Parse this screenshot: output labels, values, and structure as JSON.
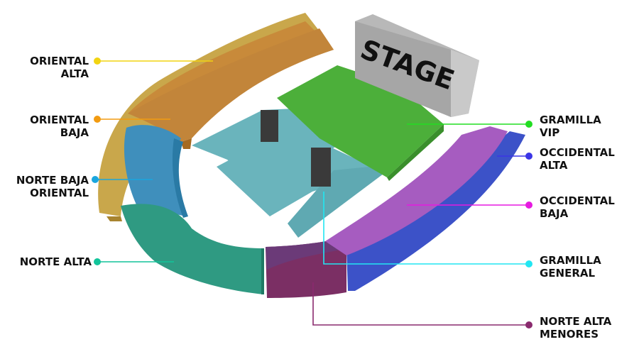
{
  "stage": {
    "label": "STAGE"
  },
  "sections": [
    {
      "id": "oriental-alta",
      "lines": [
        "ORIENTAL",
        "ALTA"
      ],
      "color": "#f2d411"
    },
    {
      "id": "oriental-baja",
      "lines": [
        "ORIENTAL",
        "BAJA"
      ],
      "color": "#f29b11"
    },
    {
      "id": "norte-baja-oriental",
      "lines": [
        "NORTE BAJA",
        "ORIENTAL"
      ],
      "color": "#1aa6de"
    },
    {
      "id": "norte-alta",
      "lines": [
        "NORTE ALTA"
      ],
      "color": "#12c49a"
    },
    {
      "id": "gramilla-vip",
      "lines": [
        "GRAMILLA",
        "VIP"
      ],
      "color": "#22dd22"
    },
    {
      "id": "occidental-alta",
      "lines": [
        "OCCIDENTAL",
        "ALTA"
      ],
      "color": "#3b35e6"
    },
    {
      "id": "occidental-baja",
      "lines": [
        "OCCIDENTAL",
        "BAJA"
      ],
      "color": "#e61ae0"
    },
    {
      "id": "gramilla-general",
      "lines": [
        "GRAMILLA",
        "GENERAL"
      ],
      "color": "#22e6f2"
    },
    {
      "id": "norte-alta-menores",
      "lines": [
        "NORTE ALTA",
        "MENORES"
      ],
      "color": "#8a2a6e"
    }
  ]
}
